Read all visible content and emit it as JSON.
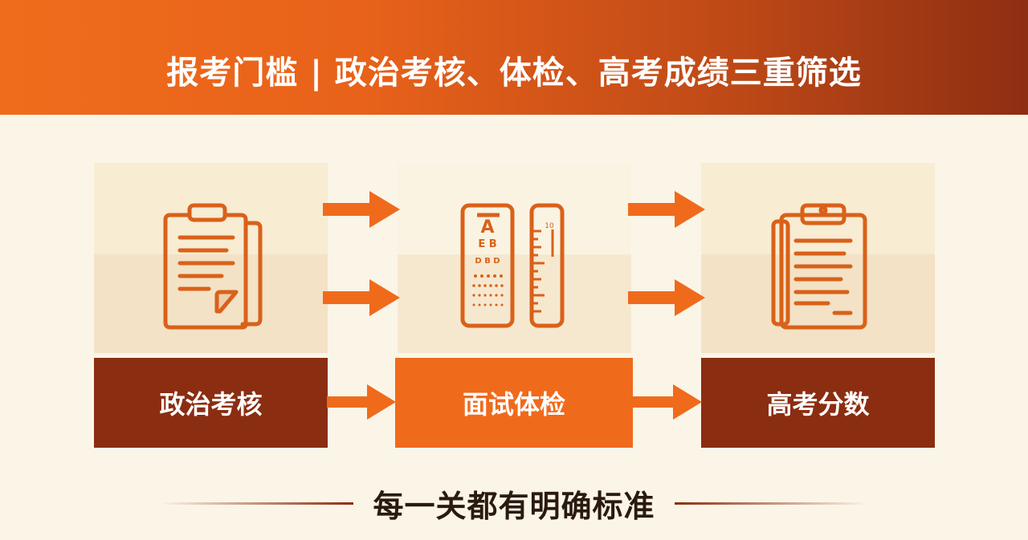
{
  "header": {
    "title": "报考门槛 | 政治考核、体检、高考成绩三重筛选"
  },
  "steps": [
    {
      "label": "政治考核",
      "icon": "clipboard-document-icon",
      "style": "dark"
    },
    {
      "label": "面试体检",
      "icon": "eye-chart-ruler-icon",
      "style": "orange"
    },
    {
      "label": "高考分数",
      "icon": "clipboard-list-icon",
      "style": "dark"
    }
  ],
  "eye_chart": {
    "row1": "A",
    "row2": "E  B",
    "row3": "D  B  D",
    "ruler_mark": "10"
  },
  "footer": {
    "text": "每一关都有明确标准"
  },
  "colors": {
    "accent_orange": "#f06a1c",
    "dark_brown": "#8b2d11",
    "background": "#fbf5e8"
  }
}
